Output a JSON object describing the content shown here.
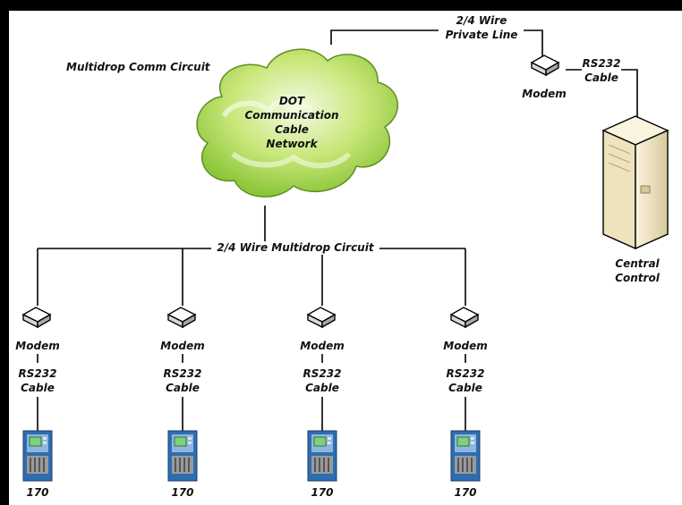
{
  "title": "Multidrop Comm Circuit",
  "cloud": {
    "lines": [
      "DOT",
      "Communication",
      "Cable",
      "Network"
    ]
  },
  "private_line": {
    "lines": [
      "2/4 Wire",
      "Private Line"
    ]
  },
  "multidrop_circuit_label": "2/4 Wire Multidrop Circuit",
  "central": {
    "modem_label": "Modem",
    "cable_lines": [
      "RS232",
      "Cable"
    ],
    "control_lines": [
      "Central",
      "Control"
    ]
  },
  "drops": [
    {
      "modem_label": "Modem",
      "cable_lines": [
        "RS232",
        "Cable"
      ],
      "controller_label": "170"
    },
    {
      "modem_label": "Modem",
      "cable_lines": [
        "RS232",
        "Cable"
      ],
      "controller_label": "170"
    },
    {
      "modem_label": "Modem",
      "cable_lines": [
        "RS232",
        "Cable"
      ],
      "controller_label": "170"
    },
    {
      "modem_label": "Modem",
      "cable_lines": [
        "RS232",
        "Cable"
      ],
      "controller_label": "170"
    }
  ],
  "colors": {
    "cloud_fill": "#a8d64a",
    "cloud_highlight": "#eef8d8",
    "line": "#000000",
    "cabinet": "#f0e6c8",
    "controller": "#2e6db0"
  }
}
